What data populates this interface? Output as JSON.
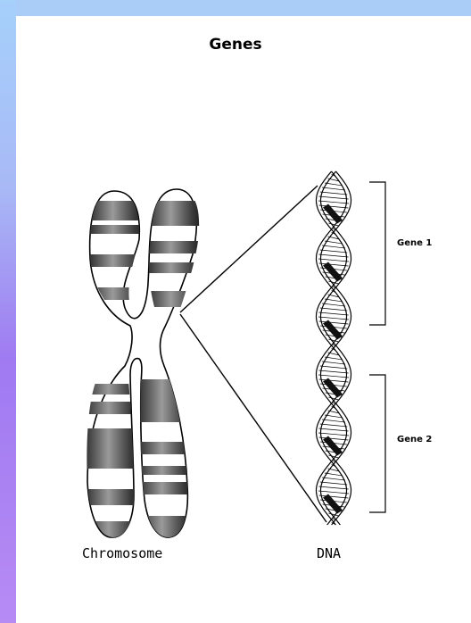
{
  "diagram": {
    "title": "Genes",
    "chromosome_label": "Chromosome",
    "dna_label": "DNA",
    "genes": [
      {
        "label": "Gene 1"
      },
      {
        "label": "Gene 2"
      }
    ]
  },
  "colors": {
    "frame_top": "#a9cdf7",
    "frame_left_top": "#a6d1fb",
    "frame_left_mid": "#9f7af1",
    "band_dark": "#444444",
    "band_light": "#ffffff",
    "stroke": "#000000"
  },
  "icons": [
    "chromosome-icon",
    "dna-helix-icon"
  ]
}
